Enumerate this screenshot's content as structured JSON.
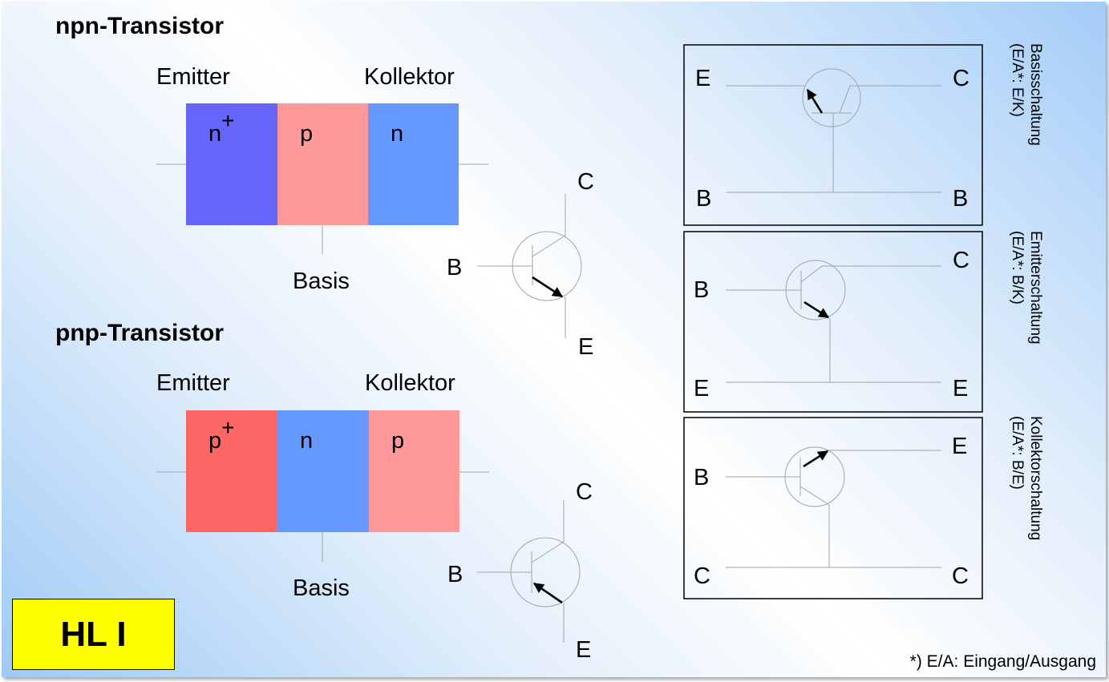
{
  "npn": {
    "title": "npn-Transistor",
    "emitter_label": "Emitter",
    "collector_label": "Kollektor",
    "base_label": "Basis",
    "regions": [
      {
        "letter": "n",
        "sup": "+",
        "color": "#6666ff"
      },
      {
        "letter": "p",
        "sup": "",
        "color": "#ff9999"
      },
      {
        "letter": "n",
        "sup": "",
        "color": "#6699ff"
      }
    ],
    "symbol": {
      "c": "C",
      "b": "B",
      "e": "E"
    }
  },
  "pnp": {
    "title": "pnp-Transistor",
    "emitter_label": "Emitter",
    "collector_label": "Kollektor",
    "base_label": "Basis",
    "regions": [
      {
        "letter": "p",
        "sup": "+",
        "color": "#ff6666"
      },
      {
        "letter": "n",
        "sup": "",
        "color": "#6699ff"
      },
      {
        "letter": "p",
        "sup": "",
        "color": "#ff9999"
      }
    ],
    "symbol": {
      "c": "C",
      "b": "B",
      "e": "E"
    }
  },
  "circuits": [
    {
      "name": "Basisschaltung",
      "ratio": "(E/A*: E/K)",
      "top_left": "E",
      "top_right": "C",
      "bottom_left": "B",
      "bottom_right": "B"
    },
    {
      "name": "Emitterschaltung",
      "ratio": "(E/A*: B/K)",
      "top_right": "C",
      "mid_left": "B",
      "bottom_left": "E",
      "bottom_right": "E"
    },
    {
      "name": "Kollektorschaltung",
      "ratio": "(E/A*: B/E)",
      "top_right": "E",
      "mid_left": "B",
      "bottom_left": "C",
      "bottom_right": "C"
    }
  ],
  "badge": "HL I",
  "footnote": "*) E/A: Eingang/Ausgang",
  "colors": {
    "n_plus": "#6666ff",
    "p": "#ff9999",
    "n": "#6699ff",
    "p_plus": "#ff6666",
    "badge": "#ffff00"
  }
}
